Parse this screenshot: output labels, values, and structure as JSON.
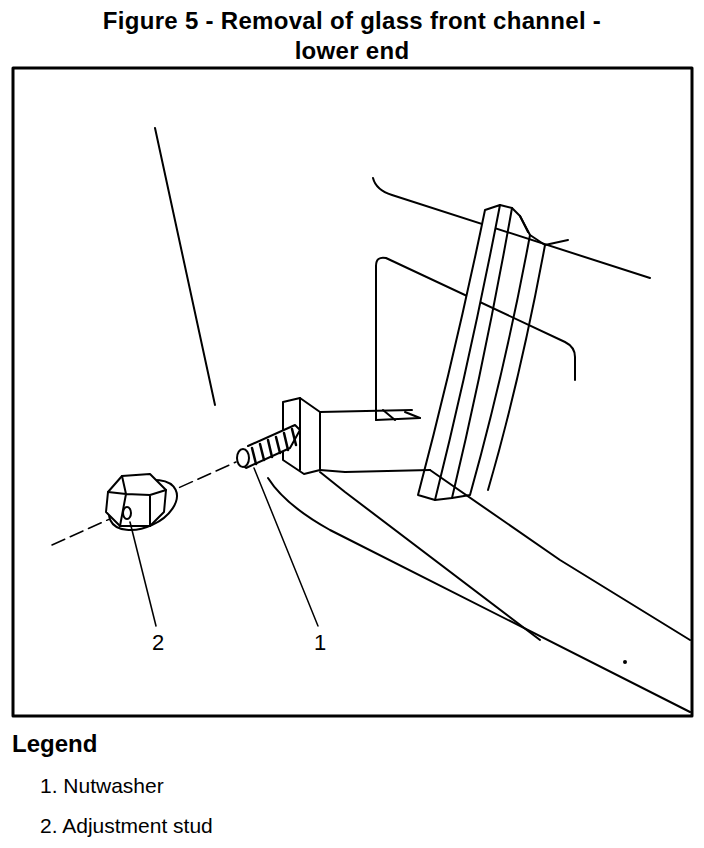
{
  "diagram": {
    "title": "Figure 5 - Removal of glass front channel - lower end",
    "labels": [
      "2",
      "1",
      "Legend"
    ],
    "legend": [
      {
        "text": "1. Nutwasher"
      },
      {
        "text": "2. Adjustment stud"
      }
    ]
  }
}
